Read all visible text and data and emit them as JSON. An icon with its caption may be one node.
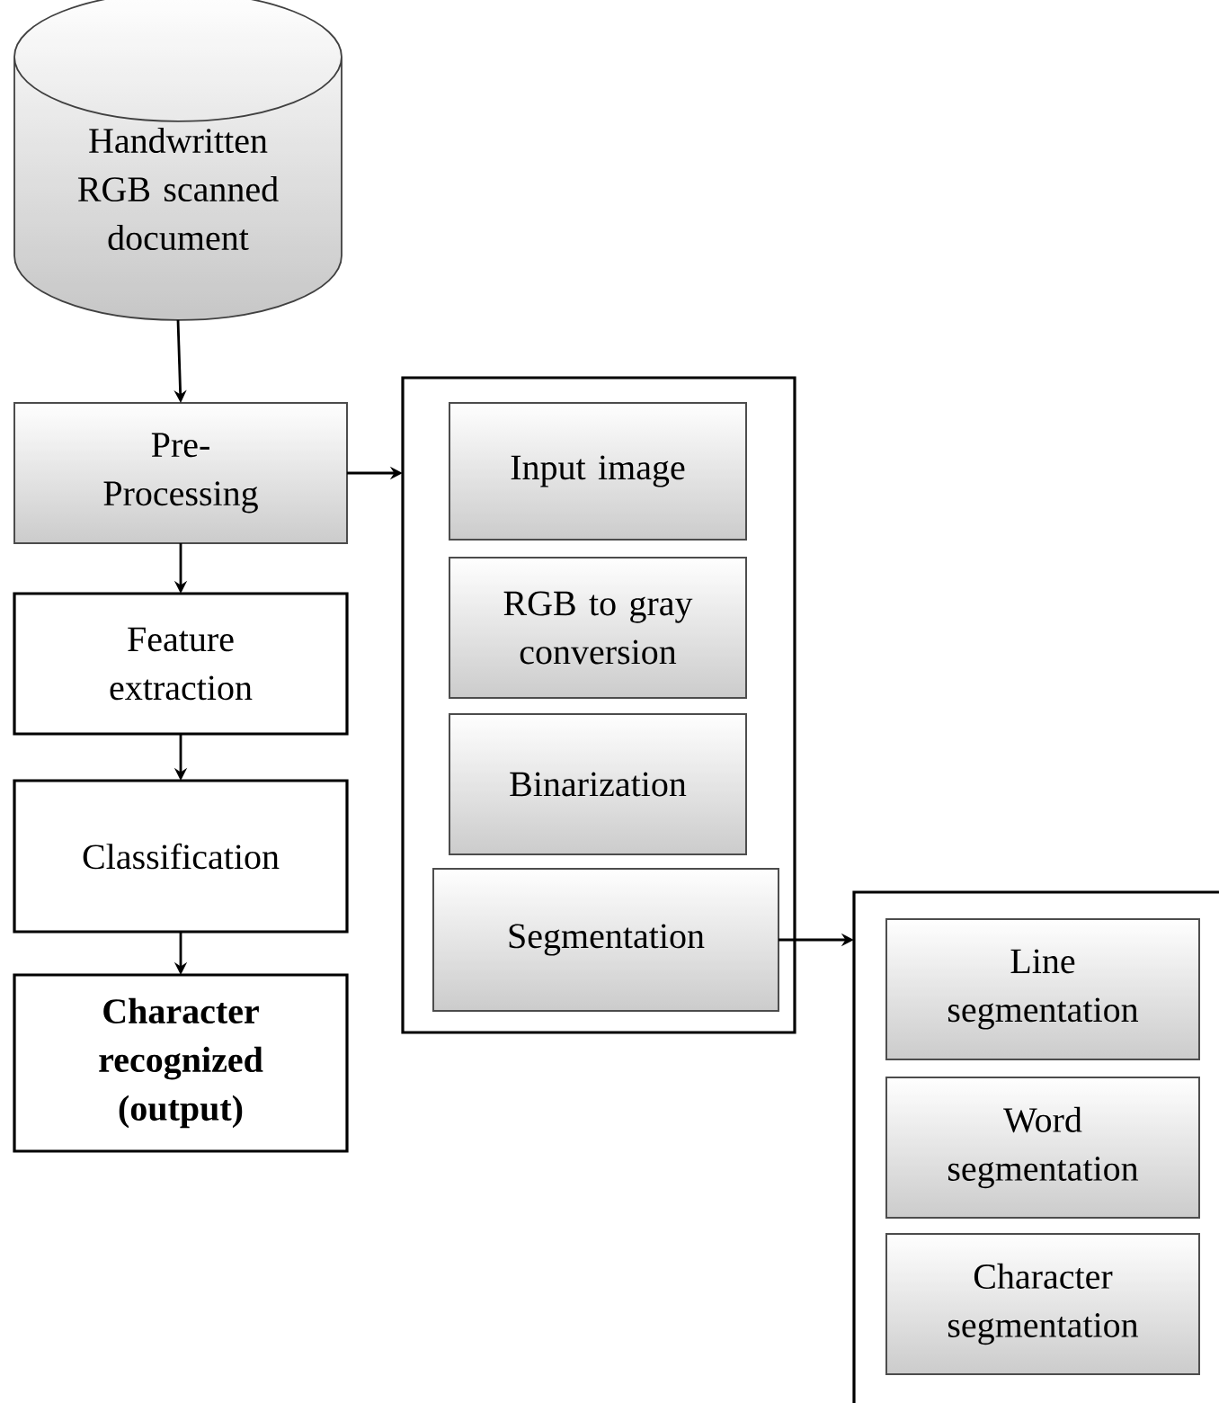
{
  "diagram": {
    "nodes": [
      {
        "text": [
          "Handwritten RGB scanned document"
        ]
      },
      {
        "text": [
          "Pre-Processing"
        ]
      },
      {
        "text": [
          "Feature extraction"
        ]
      },
      {
        "text": [
          "Classification"
        ]
      },
      {
        "text": [
          "Character recognized (output)"
        ]
      },
      {
        "text": [],
        "shape": "box"
      },
      {
        "text": [
          "Input image"
        ],
        "in": 5
      },
      {
        "text": [
          "RGB to gray conversion"
        ],
        "in": 5
      },
      {
        "text": [
          "Binarization"
        ],
        "in": 5
      },
      {
        "text": [
          "Segmentation"
        ],
        "in": 5
      },
      {
        "text": [],
        "shape": "box"
      },
      {
        "text": [
          "Line segmentation"
        ],
        "in": 10
      },
      {
        "text": [
          "Word segmentation"
        ],
        "in": 10
      },
      {
        "text": [
          "Character segmentation"
        ],
        "in": 10
      }
    ],
    "edges": [
      {
        "from": 0,
        "to": 1,
        "arrow": "to"
      },
      {
        "from": 1,
        "to": 2,
        "arrow": "to"
      },
      {
        "from": 2,
        "to": 3,
        "arrow": "to"
      },
      {
        "from": 3,
        "to": 4,
        "arrow": "to"
      },
      {
        "from": 1,
        "to": 5,
        "arrow": "to"
      },
      {
        "from": 9,
        "to": 10,
        "arrow": "to"
      }
    ]
  }
}
